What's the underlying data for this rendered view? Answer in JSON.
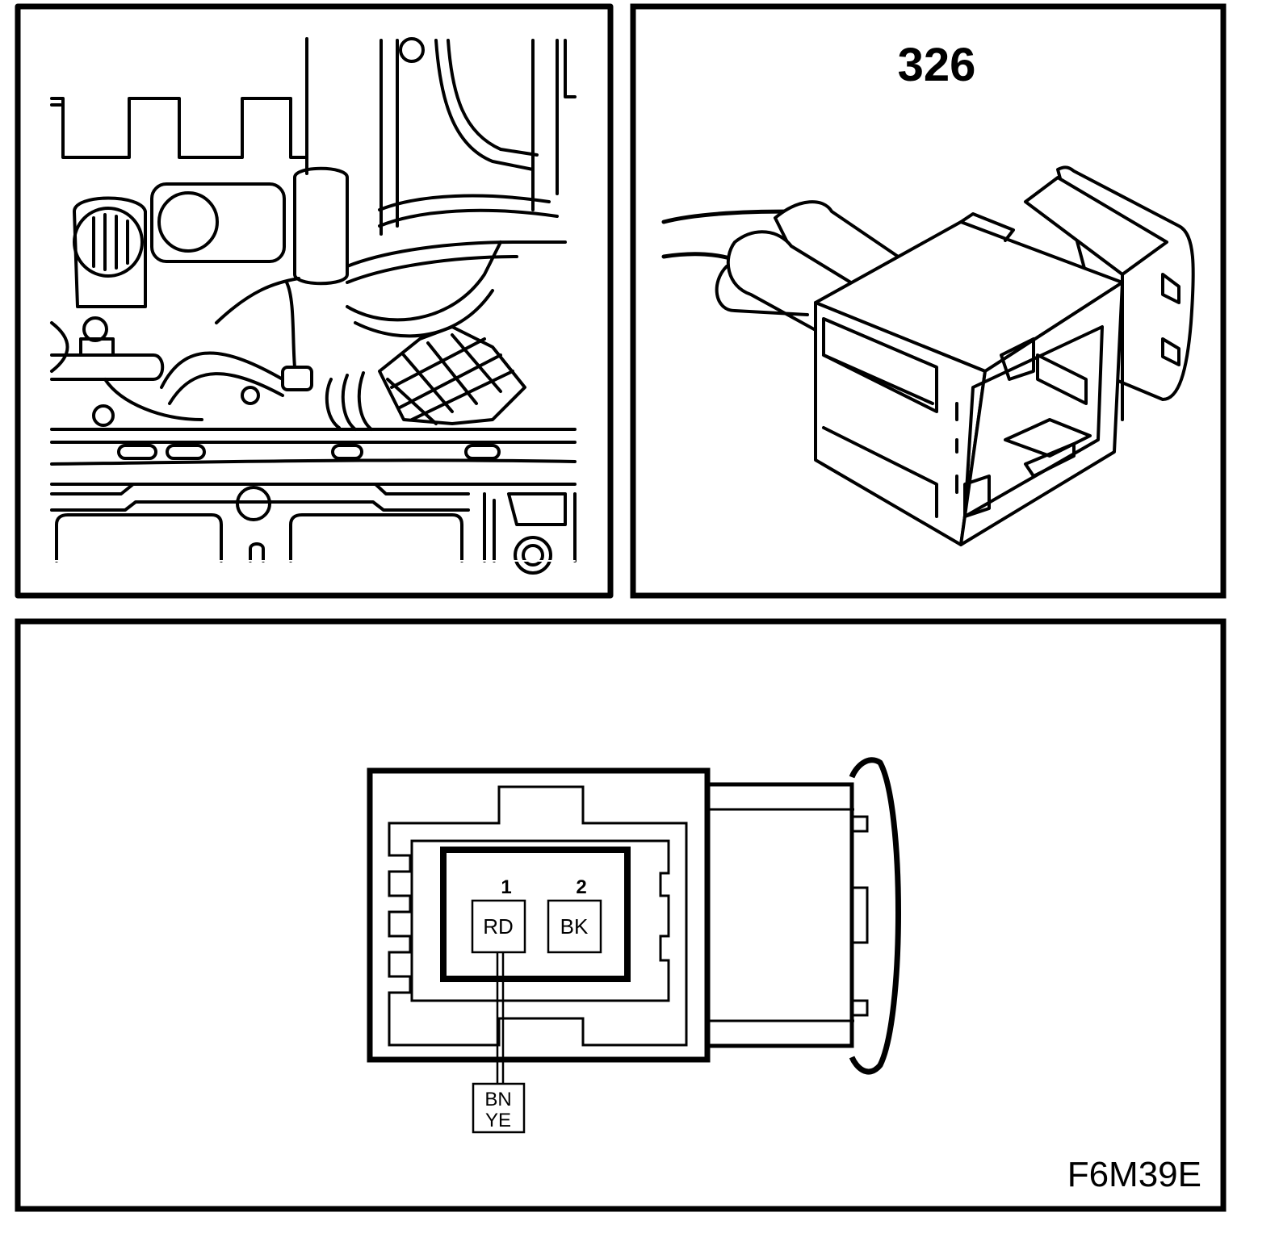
{
  "connector": {
    "number": "326"
  },
  "pinout": {
    "pins": [
      {
        "number": "1",
        "color": "RD"
      },
      {
        "number": "2",
        "color": "BK"
      }
    ],
    "wire_tag": {
      "line1": "BN",
      "line2": "YE"
    }
  },
  "figure_code": "F6M39E"
}
